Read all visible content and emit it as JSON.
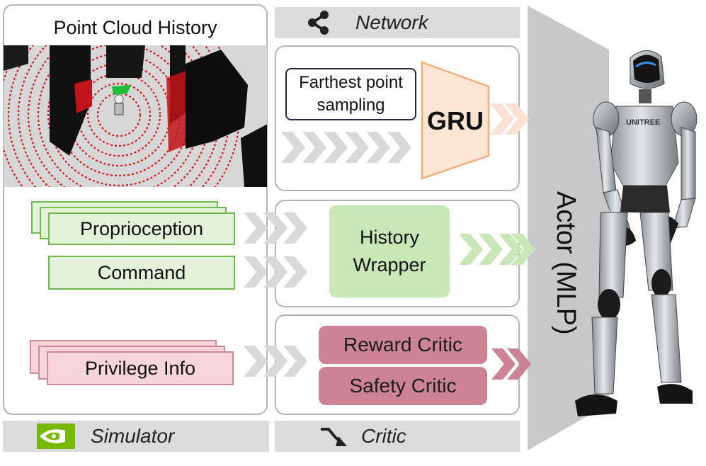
{
  "simulator_panel": {
    "title": "Point Cloud History",
    "inputs": [
      "Proprioception",
      "Command",
      "Privilege Info"
    ]
  },
  "network_section": {
    "label": "Network",
    "sampler_label": "Farthest point sampling",
    "gru_label": "GRU",
    "history_wrapper_label": "History Wrapper"
  },
  "critic_section": {
    "label": "Critic",
    "items": [
      "Reward Critic",
      "Safety Critic"
    ]
  },
  "simulator_bar": {
    "label": "Simulator"
  },
  "actor": {
    "label": "Actor (MLP)"
  },
  "robot": {
    "brand_text": "UNITREE"
  },
  "icons": {
    "network": "share-network-icon",
    "critic": "trend-down-arrow-icon",
    "simulator": "nvidia-eye-logo-icon"
  },
  "colors": {
    "gru_fill": "#fde5d3",
    "gru_stroke": "#f2ad7a",
    "green_fill": "#e3f1da",
    "green_stroke": "#6fba4c",
    "pink_fill": "#f6d6dc",
    "critic_fill": "#cc8395",
    "panel_border": "#b4b4b4",
    "bar_fill": "#dcdcdc"
  }
}
